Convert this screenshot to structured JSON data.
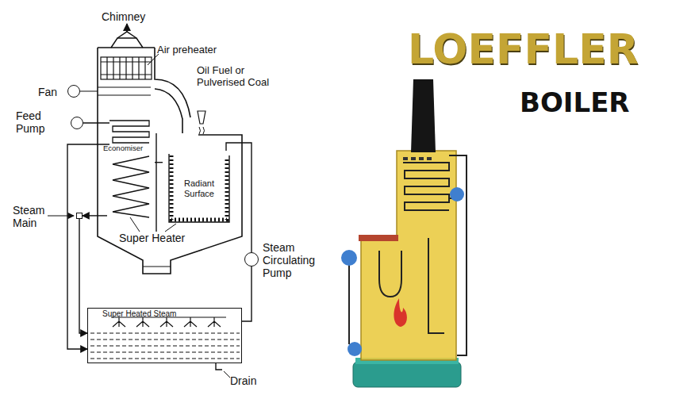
{
  "diagram": {
    "nodes": [
      {
        "text": [
          "Fan"
        ]
      },
      {
        "text": [
          "Feed Pump"
        ]
      },
      {
        "text": [
          "Economiser"
        ]
      },
      {
        "text": [
          "Radiant Surface"
        ]
      },
      {
        "text": [
          "Steam Main"
        ]
      },
      {
        "text": [
          "Super Heater"
        ]
      },
      {
        "text": [
          "Steam Circulating Pump"
        ]
      },
      {
        "text": [
          "Super Heated Steam"
        ]
      }
    ],
    "edges": [
      {
        "from": 1,
        "to": 2,
        "arrow": "none"
      },
      {
        "from": 2,
        "to": 7,
        "arrow": "to"
      },
      {
        "from": 7,
        "to": 6,
        "arrow": "none"
      },
      {
        "from": 6,
        "to": 3,
        "arrow": "none"
      },
      {
        "from": 3,
        "to": 5,
        "arrow": "none"
      },
      {
        "from": 5,
        "to": 4,
        "arrow": "to"
      },
      {
        "from": 4,
        "to": 7,
        "arrow": "to"
      }
    ],
    "labels": [
      "Chimney",
      "Air preheater",
      "Oil Fuel or Pulverised Coal",
      "Drain",
      "LOEFFLER",
      "BOILER"
    ]
  }
}
